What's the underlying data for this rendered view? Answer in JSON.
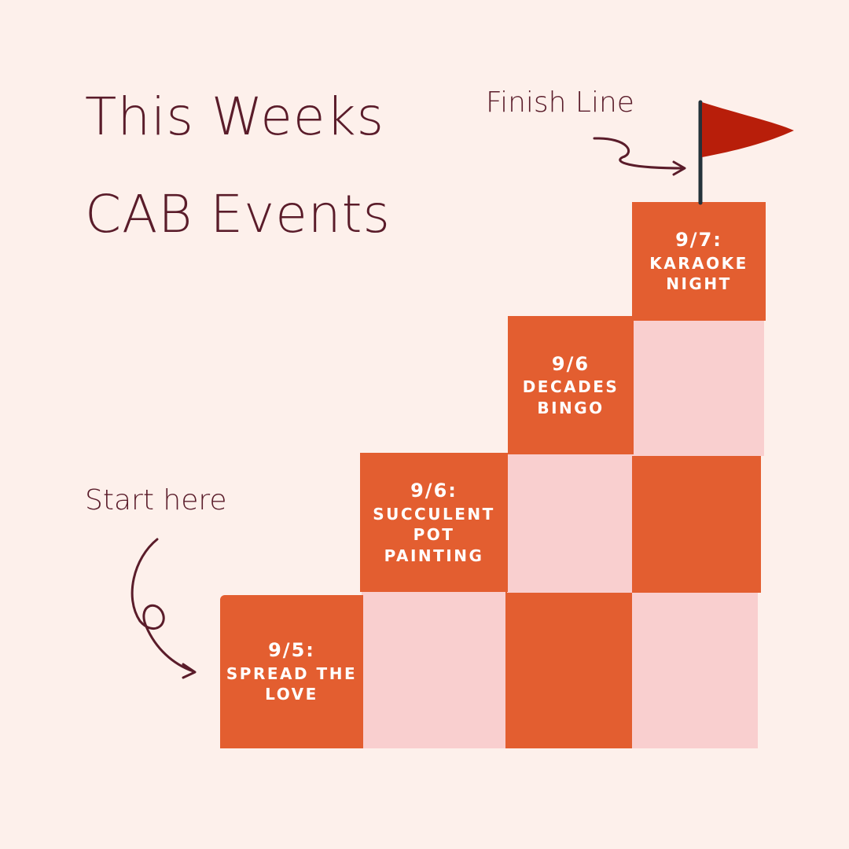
{
  "title": {
    "line1": "This Weeks",
    "line2": "CAB Events"
  },
  "labels": {
    "finish": "Finish Line",
    "start": "Start here"
  },
  "events": [
    {
      "date": "9/5:",
      "name_line1": "Spread the",
      "name_line2": "love"
    },
    {
      "date": "9/6:",
      "name_line1": "Succulent",
      "name_line2": "pot painting"
    },
    {
      "date": "9/6",
      "name_line1": "Decades",
      "name_line2": "bingo"
    },
    {
      "date": "9/7:",
      "name_line1": "Karaoke",
      "name_line2": "night"
    }
  ],
  "colors": {
    "background": "#fdf0eb",
    "step": "#e35e30",
    "light_square": "#f9cfcf",
    "text": "#5a1c2a",
    "flag": "#b81e0a"
  },
  "icons": [
    "finish-flag-icon",
    "arrow-to-flag-icon",
    "arrow-to-start-icon"
  ]
}
